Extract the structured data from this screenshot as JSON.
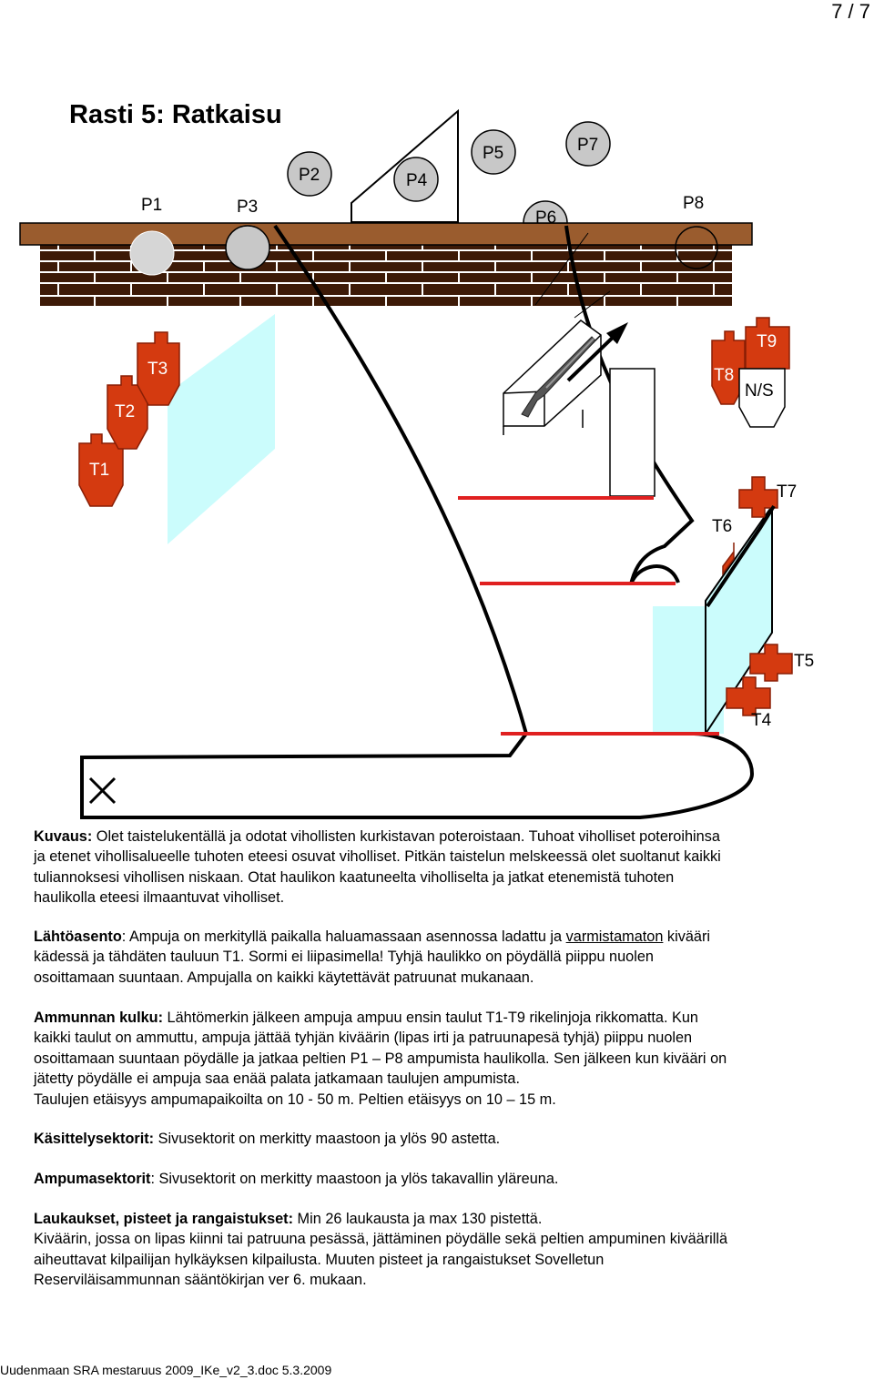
{
  "page_number": "7 / 7",
  "title": "Rasti 5: Ratkaisu",
  "colors": {
    "wall_wood": "#9a5c2e",
    "wall_dark": "#3d1a07",
    "wall_mortar": "#ffffff",
    "target_red": "#d43a10",
    "glass_cyan": "#cbfcfc",
    "line_red": "#e02020",
    "plate_gray": "#c8c8c8"
  },
  "plates": {
    "p1": "P1",
    "p2": "P2",
    "p3": "P3",
    "p4": "P4",
    "p5": "P5",
    "p6": "P6",
    "p7": "P7",
    "p8": "P8"
  },
  "targets": {
    "t1": "T1",
    "t2": "T2",
    "t3": "T3",
    "t4": "T4",
    "t5": "T5",
    "t6": "T6",
    "t7": "T7",
    "t8": "T8",
    "t9": "T9",
    "ns": "N/S"
  },
  "icons": [
    "cross-icon",
    "shotgun-icon",
    "arrow-icon"
  ],
  "sections": {
    "kuvaus": {
      "label": "Kuvaus:",
      "text": " Olet taistelukentällä ja odotat vihollisten kurkistavan poteroistaan. Tuhoat viholliset poteroihinsa\nja etenet vihollisalueelle tuhoten eteesi osuvat viholliset. Pitkän taistelun melskeessä olet suoltanut kaikki\ntuliannoksesi vihollisen niskaan. Otat haulikon kaatuneelta vihollis­elta ja jatkat etenemistä tuhoten\nhaulikolla eteesi ilmaantuvat viholliset."
    },
    "lahtoasento": {
      "label": "Lähtöasento",
      "pre": ": Ampuja on merkityllä paikalla haluamassaan asennossa ladattu ja ",
      "underlined": "varmistamaton",
      "post": " kivääri\nkädessä ja tähdäten tauluun T1. Sormi ei liipasimella! Tyhjä haulikko on pöydällä piippu nuolen\nosoittamaan suuntaan. Ampujalla on kaikki käytettävät patruunat mukanaan."
    },
    "ammunnan_kulku": {
      "label": "Ammunnan kulku:",
      "text": " Lähtömerkin jälkeen ampuja ampuu ensin taulut T1-T9 rikelinjoja rikkomatta. Kun\nkaikki taulut on ammuttu, ampuja jättää tyhjän kiväärin (lipas irti ja patruunapesä tyhjä) piippu nuolen\nosoittamaan suuntaan pöydälle ja jatkaa peltien P1 – P8 ampumista haulikolla. Sen jälkeen kun kivääri on\njätetty pöydälle ei ampuja saa enää palata jatkamaan taulujen ampumista.\nTaulujen etäisyys ampumapaikoilta on 10 - 50 m. Peltien etäisyys on 10 – 15 m."
    },
    "kasittelysektorit": {
      "label": "Käsittelysektorit:",
      "text": "  Sivusektorit on merkitty maastoon ja ylös 90 astetta."
    },
    "ampumasektorit": {
      "label": "Ampumasektorit",
      "text": ": Sivusektorit on merkitty maastoon ja ylös takavallin yläreuna."
    },
    "laukaukset": {
      "label": "Laukaukset, pisteet ja rangaistukset:",
      "text": "  Min 26 laukausta ja max 130 pistettä.\nKiväärin, jossa on lipas kiinni tai patruuna pesässä, jättäminen pöydälle sekä peltien ampuminen kiväärillä\naiheuttavat kilpailijan hylkäyksen kilpailusta. Muuten pisteet ja rangaistukset Sovelletun\nReserviläisammunnan sääntökirjan ver 6. mukaan."
    }
  },
  "footer": "Uudenmaan SRA mestaruus 2009_IKe_v2_3.doc    5.3.2009"
}
